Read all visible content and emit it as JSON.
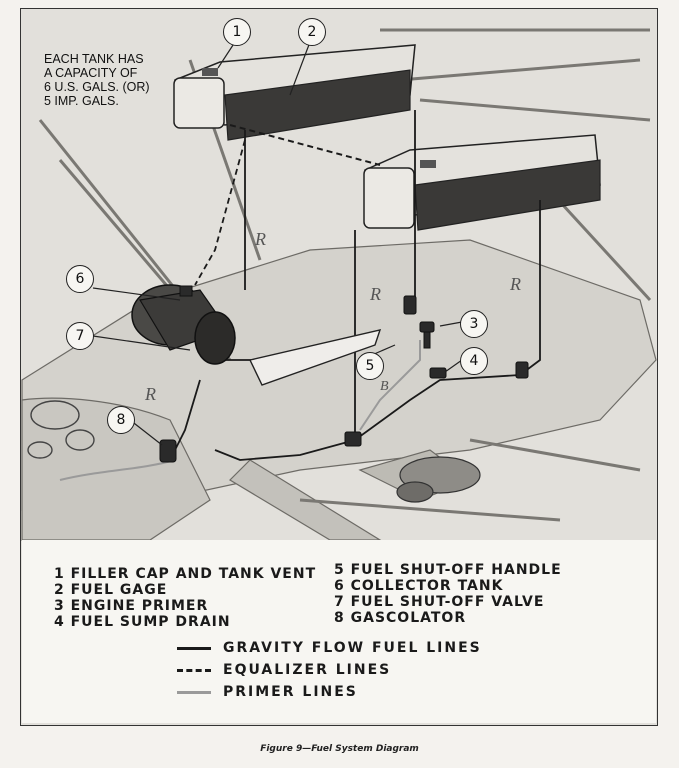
{
  "tank_note": {
    "line1": "EACH TANK HAS",
    "line2": "A CAPACITY   OF",
    "line3": "6 U.S. GALS. (OR)",
    "line4": "5  IMP.     GALS."
  },
  "callouts": [
    "1",
    "2",
    "3",
    "4",
    "5",
    "6",
    "7",
    "8"
  ],
  "legend": {
    "left": [
      "1  FILLER CAP AND TANK VENT",
      "2  FUEL GAGE",
      "3  ENGINE PRIMER",
      "4  FUEL SUMP DRAIN"
    ],
    "right": [
      "5  FUEL  SHUT-OFF HANDLE",
      "6  COLLECTOR TANK",
      "7  FUEL SHUT-OFF VALVE",
      "8  GASCOLATOR"
    ]
  },
  "line_key": {
    "gravity": "GRAVITY FLOW FUEL LINES",
    "equalizer": "EQUALIZER  LINES",
    "primer": "PRIMER LINES"
  },
  "drawing_marks": {
    "r1": "R",
    "r2": "R",
    "r3": "R",
    "r4": "R",
    "b": "B"
  },
  "caption": "Figure 9—Fuel System Diagram",
  "colors": {
    "background": "#f4f2ee",
    "line": "#1a1a1a",
    "primer": "#9a9a9a"
  }
}
